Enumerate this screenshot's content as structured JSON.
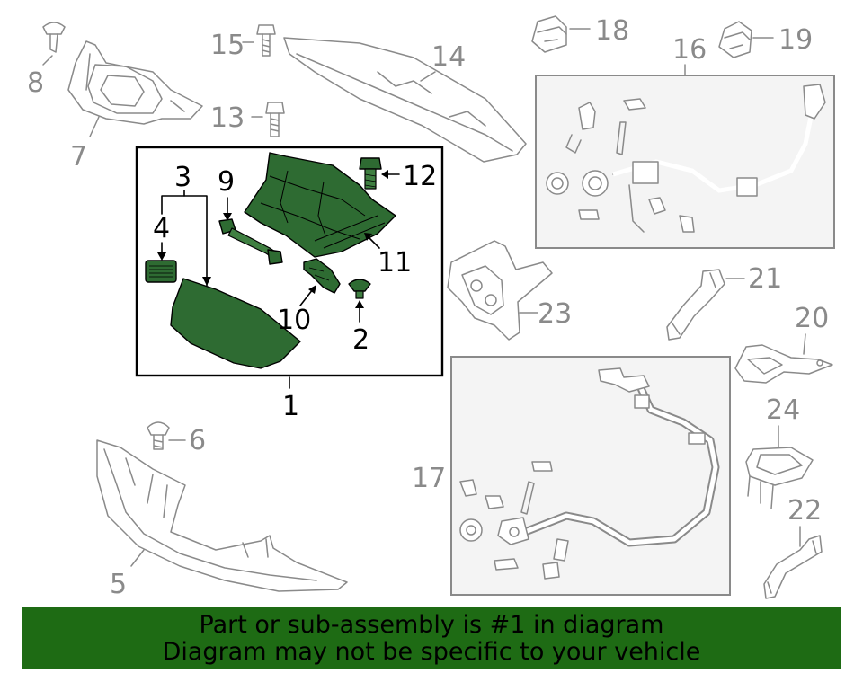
{
  "diagram": {
    "callouts": {
      "c1": "1",
      "c2": "2",
      "c3": "3",
      "c4": "4",
      "c5": "5",
      "c6": "6",
      "c7": "7",
      "c8": "8",
      "c9": "9",
      "c10": "10",
      "c11": "11",
      "c12": "12",
      "c13": "13",
      "c14": "14",
      "c15": "15",
      "c16": "16",
      "c17": "17",
      "c18": "18",
      "c19": "19",
      "c20": "20",
      "c21": "21",
      "c22": "22",
      "c23": "23",
      "c24": "24"
    },
    "highlight_color": "#2e6b32"
  },
  "banner": {
    "line1": "Part or sub-assembly is #1 in diagram",
    "line2": "Diagram may not be specific to your vehicle",
    "color": "#1e6b14"
  }
}
